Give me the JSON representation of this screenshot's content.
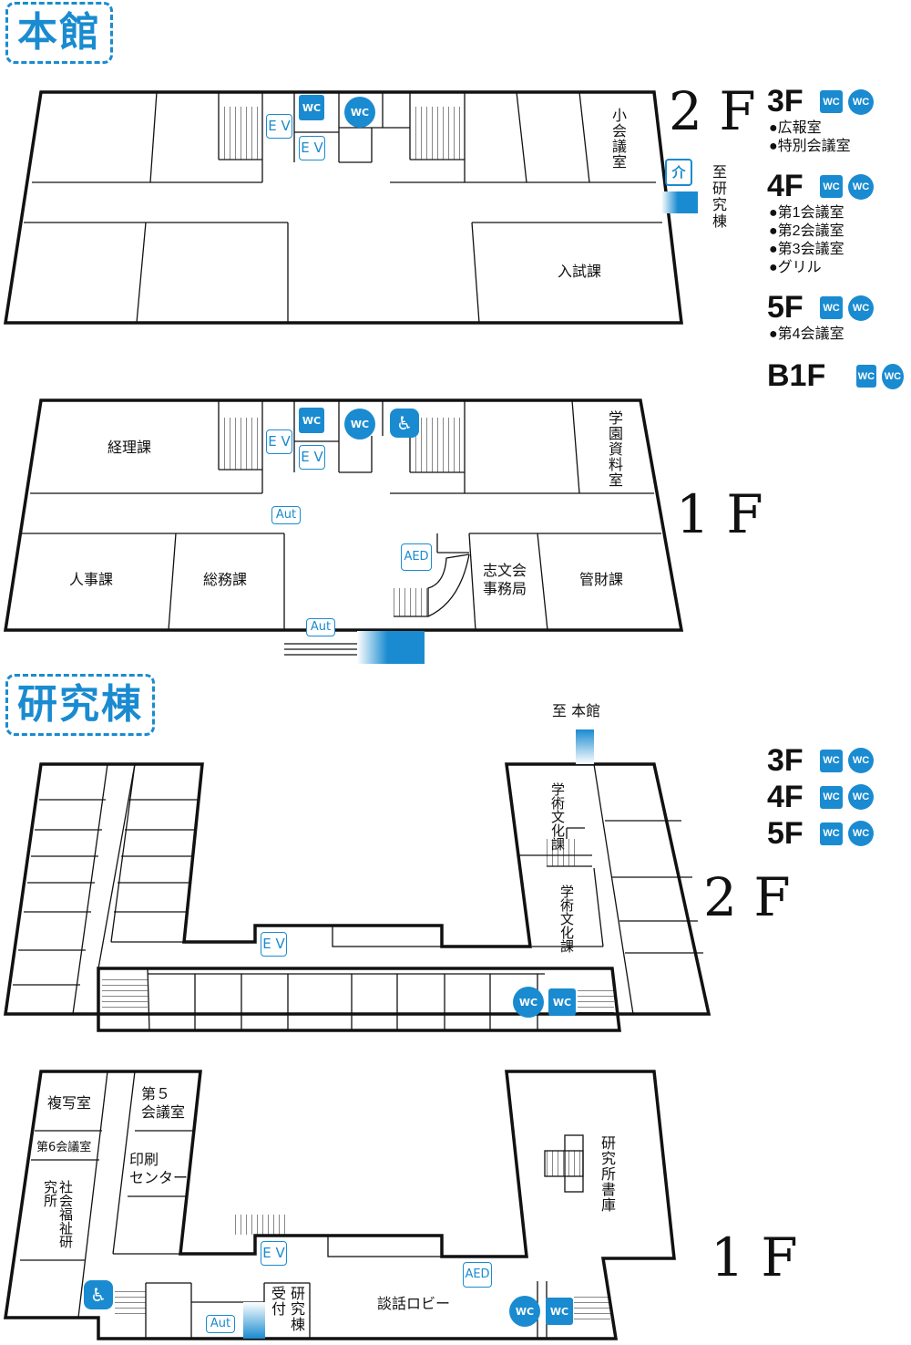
{
  "honkan": {
    "title": "本館",
    "floor2_label": "2 F",
    "floor1_label": "1 F",
    "index": [
      {
        "floor": "3F",
        "items": [
          "●広報室",
          "●特別会議室"
        ]
      },
      {
        "floor": "4F",
        "items": [
          "●第1会議室",
          "●第2会議室",
          "●第3会議室",
          "●グリル"
        ]
      },
      {
        "floor": "5F",
        "items": [
          "●第4会議室"
        ]
      },
      {
        "floor": "B1F",
        "items": []
      }
    ],
    "f2": {
      "room_small_meeting": "小会議室",
      "to_research": "至研究棟",
      "admissions": "入試課",
      "care_icon": "介"
    },
    "f1": {
      "accounting": "経理課",
      "archives": "学園資料室",
      "personnel": "人事課",
      "general_affairs": "総務課",
      "shibun_office_1": "志文会",
      "shibun_office_2": "事務局",
      "asset_management": "管財課"
    }
  },
  "kenkyuto": {
    "title": "研究棟",
    "floor2_label": "2 F",
    "floor1_label": "1 F",
    "to_main": "至 本館",
    "index": [
      {
        "floor": "3F"
      },
      {
        "floor": "4F"
      },
      {
        "floor": "5F"
      }
    ],
    "f2": {
      "academic_culture_a": "学術文化課",
      "academic_culture_b": "学術文化課"
    },
    "f1": {
      "copy_room": "複写室",
      "meeting5_1": "第５",
      "meeting5_2": "会議室",
      "meeting6": "第6会議室",
      "print_1": "印刷",
      "print_2": "センター",
      "social_welfare": "社会福祉研究所",
      "library": "研究所書庫",
      "reception": "受付",
      "research_bldg": "研究棟",
      "lobby": "談話ロビー"
    }
  },
  "icons": {
    "wc": "WC",
    "ev": "E V",
    "aut": "Aut",
    "aed": "AED"
  },
  "colors": {
    "accent": "#1a8bd0",
    "line": "#111111"
  }
}
